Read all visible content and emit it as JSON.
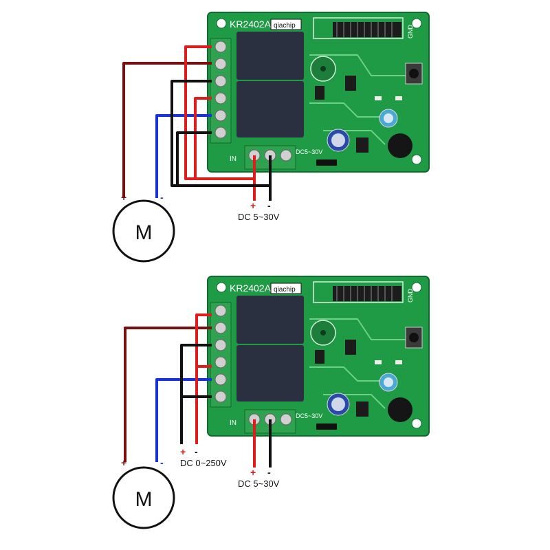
{
  "colors": {
    "pcb": "#1f9a45",
    "pcb_dark": "#137533",
    "terminal": "#2fa24f",
    "relay": "#2a3040",
    "wire_brown": "#7a0f0f",
    "wire_red": "#e21b1b",
    "wire_black": "#111111",
    "wire_blue": "#1733d8"
  },
  "top": {
    "model": "KR2402A",
    "brand": "qiachip",
    "ant_label": "GND",
    "power_plus": "+",
    "power_minus": "-",
    "power_label": "DC 5~30V",
    "motor_label": "M",
    "motor_plus": "+",
    "motor_minus": "-",
    "in_label": "IN",
    "in_dc_label": "DC5~30V"
  },
  "bottom": {
    "model": "KR2402A",
    "brand": "qiachip",
    "ant_label": "GND",
    "load_plus": "+",
    "load_minus": "-",
    "load_label": "DC 0~250V",
    "power_plus": "+",
    "power_minus": "-",
    "power_label": "DC 5~30V",
    "motor_label": "M",
    "motor_plus": "+",
    "motor_minus": "-",
    "in_label": "IN",
    "in_dc_label": "DC5~30V"
  }
}
